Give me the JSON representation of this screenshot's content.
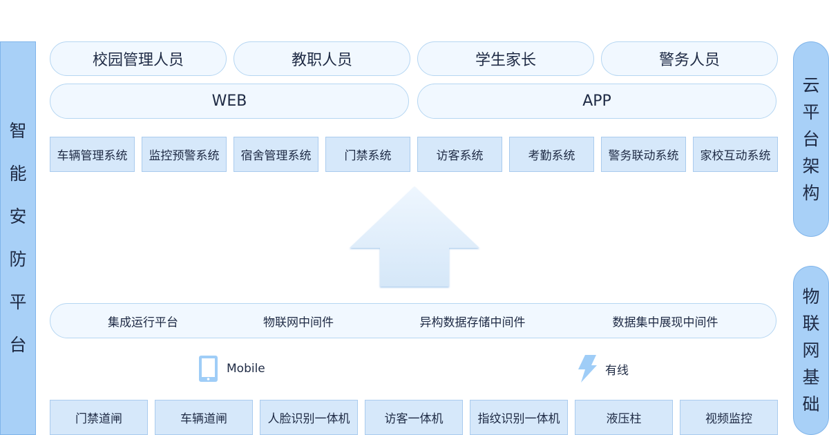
{
  "left_label": [
    "智",
    "能",
    "安",
    "防",
    "平",
    "台"
  ],
  "right_top_label": [
    "云",
    "平",
    "台",
    "架",
    "构"
  ],
  "right_bottom_label": [
    "物",
    "联",
    "网",
    "基",
    "础"
  ],
  "users": [
    "校园管理人员",
    "教职人员",
    "学生家长",
    "警务人员"
  ],
  "clients": [
    "WEB",
    "APP"
  ],
  "systems": [
    "车辆管理系统",
    "监控预警系统",
    "宿舍管理系统",
    "门禁系统",
    "访客系统",
    "考勤系统",
    "警务联动系统",
    "家校互动系统"
  ],
  "middleware": [
    "集成运行平台",
    "物联网中间件",
    "异构数据存储中间件",
    "数据集中展现中间件"
  ],
  "connectivity": {
    "mobile": {
      "icon": "tablet-icon",
      "label": "Mobile"
    },
    "wired": {
      "icon": "lightning-icon",
      "label": "有线"
    }
  },
  "devices": [
    "门禁道闸",
    "车辆道闸",
    "人脸识别一体机",
    "访客一体机",
    "指纹识别一体机",
    "液压柱",
    "视频监控"
  ],
  "colors": {
    "side": "#a8d0f7",
    "box": "#d6e8fa",
    "pill": "#f1f8ff",
    "text": "#1e2a44",
    "icon": "#9fcdf7"
  }
}
